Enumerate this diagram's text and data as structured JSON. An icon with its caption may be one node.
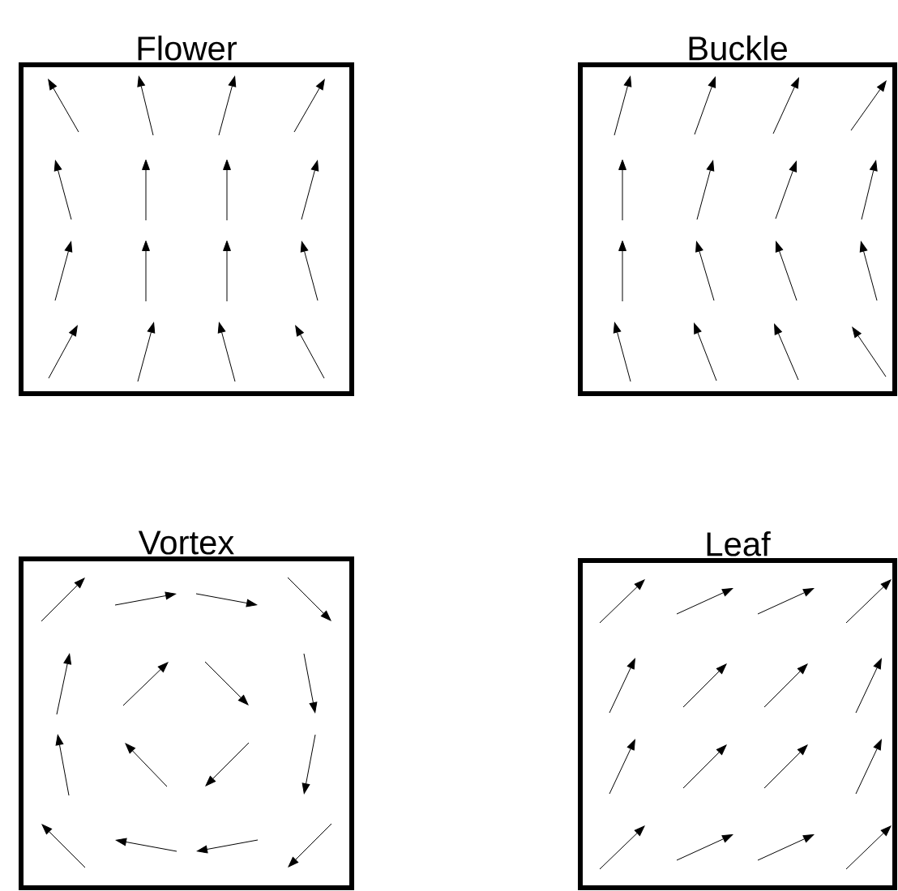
{
  "diagram": {
    "nodes": [
      {
        "text": [
          "Flower"
        ]
      },
      {
        "text": [
          "Buckle"
        ]
      },
      {
        "text": [
          "Vortex"
        ]
      },
      {
        "text": [
          "Leaf"
        ]
      }
    ]
  }
}
